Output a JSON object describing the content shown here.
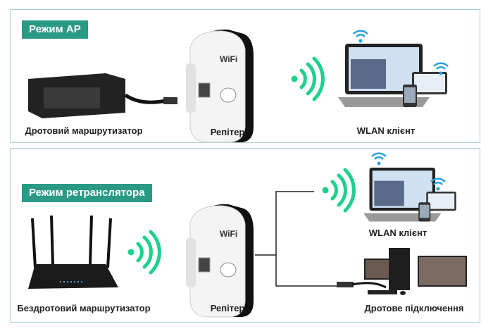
{
  "colors": {
    "badge": "#2a9a86",
    "signal": "#1fd08c",
    "wifi_icon": "#2aa0e0",
    "panel_border": "#a9d4cc"
  },
  "ap_mode": {
    "title": "Режим AP",
    "labels": {
      "source": "Дротовий маршрутизатор",
      "repeater": "Репітер",
      "client": "WLAN клієнт"
    }
  },
  "repeater_mode": {
    "title": "Режим ретранслятора",
    "labels": {
      "source": "Бездротовий маршрутизатор",
      "repeater": "Репітер",
      "wlan_client": "WLAN клієнт",
      "wired": "Дротове підключення"
    }
  },
  "device": {
    "logo": "WiFi"
  }
}
